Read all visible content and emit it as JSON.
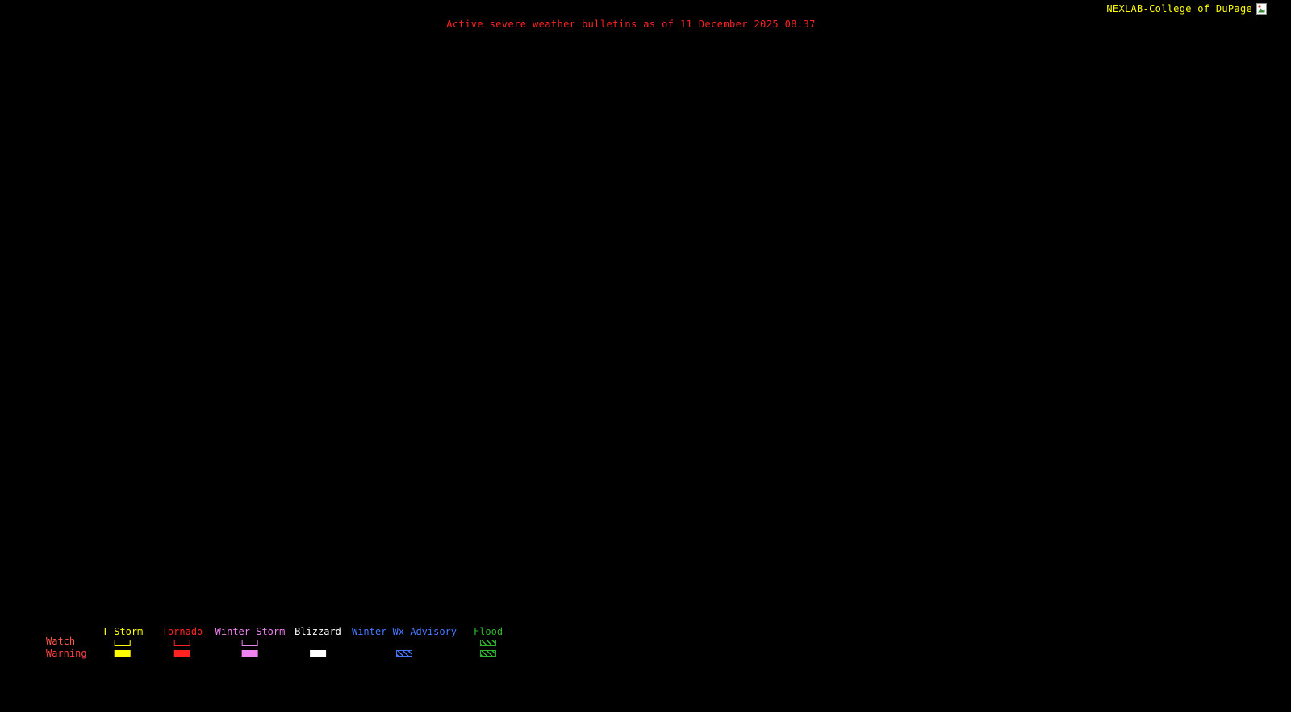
{
  "page": {
    "background_color": "#000000",
    "bottom_strip_color": "#ffffff"
  },
  "header": {
    "brand": "NEXLAB-College of DuPage",
    "brand_color": "#ffff00"
  },
  "title": {
    "text": "Active severe weather bulletins as of 11 December 2025 08:37",
    "color": "#ff2222"
  },
  "legend": {
    "rows": [
      {
        "label": "Watch",
        "color": "#ff5a4a"
      },
      {
        "label": "Warning",
        "color": "#ff4040"
      }
    ],
    "columns": [
      {
        "label": "T-Storm",
        "color": "#ffff00",
        "watch": "outline",
        "warning": "filled"
      },
      {
        "label": "Tornado",
        "color": "#ff2222",
        "watch": "outline",
        "warning": "filled"
      },
      {
        "label": "Winter Storm",
        "color": "#ee82ee",
        "watch": "outline",
        "warning": "filled"
      },
      {
        "label": "Blizzard",
        "color": "#ffffff",
        "watch": "none",
        "warning": "filled"
      },
      {
        "label": "Winter Wx Advisory",
        "color": "#4677ff",
        "watch": "none",
        "warning": "hatched"
      },
      {
        "label": "Flood",
        "color": "#2db82d",
        "watch": "hatched",
        "warning": "hatched"
      }
    ]
  }
}
